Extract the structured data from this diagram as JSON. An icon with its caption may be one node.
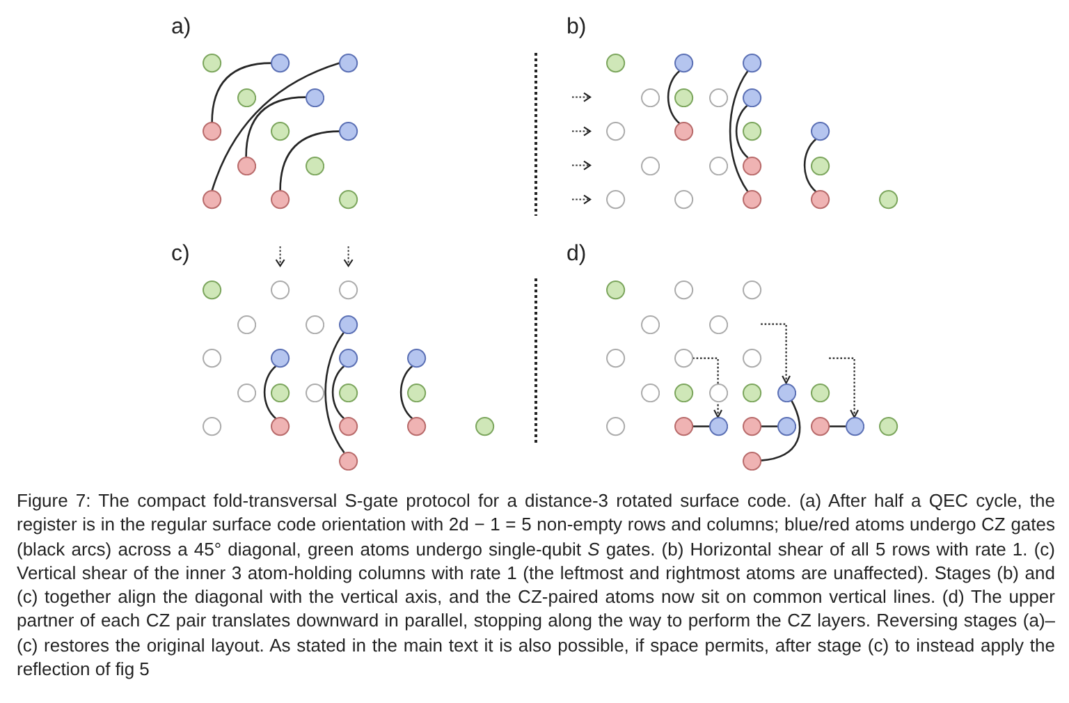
{
  "diagram": {
    "caption": "Figure 7: The compact fold-transversal S-gate protocol for a distance-3 rotated surface code. (a) After half a QEC cycle, the register is in the regular surface code orientation with 2d − 1 = 5 non-empty rows and columns; blue/red atoms undergo CZ gates (black arcs) across a 45° diagonal, green atoms undergo single-qubit *S* gates. (b) Horizontal shear of all 5 rows with rate 1. (c) Vertical shear of the inner 3 atom-holding columns with rate 1 (the leftmost and rightmost atoms are unaffected). Stages (b) and (c) together align the diagonal with the vertical axis, and the CZ-paired atoms now sit on common vertical lines. (d) The upper partner of each CZ pair translates downward in parallel, stopping along the way to perform the CZ layers. Reversing stages (a)–(c) restores the original layout. As stated in the main text it is also possible, if space permits, after stage (c) to instead apply the reflection of fig 5",
    "nodes": [
      {
        "text": [],
        "shape": "circle"
      },
      {
        "text": [],
        "shape": "circle"
      },
      {
        "text": [],
        "shape": "circle"
      },
      {
        "text": [],
        "shape": "circle"
      },
      {
        "text": [],
        "shape": "circle"
      },
      {
        "text": [],
        "shape": "circle"
      },
      {
        "text": [],
        "shape": "circle"
      },
      {
        "text": [],
        "shape": "circle"
      },
      {
        "text": [],
        "shape": "circle"
      },
      {
        "text": [],
        "shape": "circle"
      },
      {
        "text": [],
        "shape": "circle"
      },
      {
        "text": [],
        "shape": "circle"
      },
      {
        "text": [],
        "shape": "circle"
      },
      {
        "text": [],
        "shape": "circle"
      },
      {
        "text": [],
        "shape": "circle"
      },
      {
        "text": [],
        "shape": "circle"
      },
      {
        "text": [],
        "shape": "circle"
      },
      {
        "text": [],
        "shape": "circle"
      },
      {
        "text": [],
        "shape": "circle"
      },
      {
        "text": [],
        "shape": "circle"
      },
      {
        "text": [],
        "shape": "circle"
      },
      {
        "text": [],
        "shape": "circle"
      },
      {
        "text": [],
        "shape": "circle"
      },
      {
        "text": [],
        "shape": "circle"
      },
      {
        "text": [],
        "shape": "circle"
      },
      {
        "text": [],
        "shape": "circle"
      },
      {
        "text": [],
        "shape": "circle"
      },
      {
        "text": [],
        "shape": "circle"
      },
      {
        "text": [],
        "shape": "circle"
      },
      {
        "text": [],
        "shape": "circle"
      },
      {
        "text": [],
        "shape": "circle"
      },
      {
        "text": [],
        "shape": "circle"
      },
      {
        "text": [],
        "shape": "circle"
      },
      {
        "text": [],
        "shape": "circle"
      },
      {
        "text": [],
        "shape": "circle"
      },
      {
        "text": [],
        "shape": "circle"
      },
      {
        "text": [],
        "shape": "circle"
      },
      {
        "text": [],
        "shape": "circle"
      },
      {
        "text": [],
        "shape": "circle"
      },
      {
        "text": [],
        "shape": "circle"
      },
      {
        "text": [],
        "shape": "circle"
      },
      {
        "text": [],
        "shape": "circle"
      },
      {
        "text": [],
        "shape": "circle"
      },
      {
        "text": [],
        "shape": "circle"
      },
      {
        "text": [],
        "shape": "circle"
      },
      {
        "text": [],
        "shape": "circle"
      },
      {
        "text": [],
        "shape": "circle"
      },
      {
        "text": [],
        "shape": "circle"
      },
      {
        "text": [],
        "shape": "circle"
      },
      {
        "text": [],
        "shape": "circle"
      },
      {
        "text": [],
        "shape": "circle"
      },
      {
        "text": [],
        "shape": "circle"
      },
      {
        "text": [],
        "shape": "circle"
      },
      {
        "text": [],
        "shape": "circle"
      },
      {
        "text": [],
        "shape": "circle"
      },
      {
        "text": [],
        "shape": "circle"
      },
      {
        "text": [],
        "shape": "circle"
      },
      {
        "text": [],
        "shape": "circle"
      },
      {
        "text": [],
        "shape": "circle"
      },
      {
        "text": [],
        "shape": "circle"
      },
      {
        "text": [],
        "shape": "circle"
      },
      {
        "text": [],
        "shape": "circle"
      },
      {
        "text": [],
        "shape": "circle"
      },
      {
        "text": [],
        "shape": "circle"
      },
      {
        "text": [],
        "shape": "circle"
      },
      {
        "text": [],
        "shape": "circle"
      },
      {
        "text": [],
        "shape": "circle"
      },
      {
        "text": [],
        "shape": "circle"
      },
      {
        "text": [],
        "shape": "circle"
      },
      {
        "text": [],
        "shape": "circle"
      },
      {
        "text": [],
        "shape": "circle"
      },
      {
        "text": [],
        "shape": "circle"
      },
      {
        "text": [],
        "shape": "circle"
      },
      {
        "text": [],
        "shape": "circle"
      },
      {
        "text": [],
        "shape": "circle"
      },
      {
        "text": [],
        "shape": "circle"
      },
      {
        "text": [],
        "shape": "circle"
      }
    ],
    "edges": [
      {
        "from": 1,
        "to": 5,
        "arrow": "none"
      },
      {
        "from": 2,
        "to": 10,
        "arrow": "none"
      },
      {
        "from": 4,
        "to": 8,
        "arrow": "none"
      },
      {
        "from": 7,
        "to": 11,
        "arrow": "none"
      },
      {
        "from": 14,
        "to": 21,
        "arrow": "none"
      },
      {
        "from": 15,
        "to": 30,
        "arrow": "none"
      },
      {
        "from": 19,
        "to": 26,
        "arrow": "none"
      },
      {
        "from": 23,
        "to": 31,
        "arrow": "none"
      },
      {
        "from": 38,
        "to": 53,
        "arrow": "none"
      },
      {
        "from": 40,
        "to": 49,
        "arrow": "none"
      },
      {
        "from": 41,
        "to": 50,
        "arrow": "none"
      },
      {
        "from": 42,
        "to": 51,
        "arrow": "none"
      },
      {
        "from": null,
        "to": 66,
        "arrow": "to",
        "style": "dashed"
      },
      {
        "from": 60,
        "to": 70,
        "arrow": "to",
        "style": "dashed"
      },
      {
        "from": null,
        "to": 74,
        "arrow": "to",
        "style": "dashed"
      },
      {
        "from": 66,
        "to": 76,
        "arrow": "none"
      },
      {
        "from": 69,
        "to": 70,
        "arrow": "none"
      },
      {
        "from": 71,
        "to": 72,
        "arrow": "none"
      },
      {
        "from": 73,
        "to": 74,
        "arrow": "none"
      }
    ],
    "labels": [
      "a)",
      "b)",
      "c)",
      "d)"
    ]
  }
}
